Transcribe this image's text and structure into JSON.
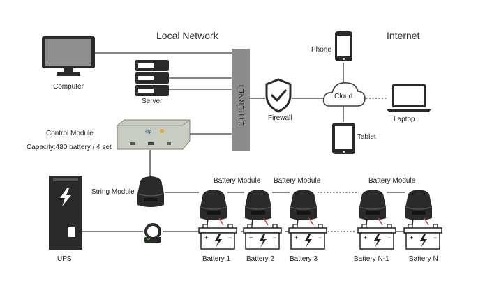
{
  "headers": {
    "local_network": "Local Network",
    "internet": "Internet"
  },
  "labels": {
    "computer": "Computer",
    "server": "Server",
    "ethernet": "ETHERNET",
    "firewall": "Firewall",
    "cloud": "Cloud",
    "phone": "Phone",
    "tablet": "Tablet",
    "laptop": "Laptop",
    "control_module": "Control Module",
    "capacity": "Capacity:480 battery / 4 set",
    "string_module": "String Module",
    "ups": "UPS",
    "device_brand": "elp"
  },
  "battery_modules": [
    "Battery Module",
    "Battery Module",
    "Battery Module"
  ],
  "batteries": [
    "Battery 1",
    "Battery 2",
    "Battery 3",
    "Battery N-1",
    "Battery N"
  ],
  "colors": {
    "line": "#3c3c3c",
    "ethernet_bar": "#8c8c8c",
    "module_body": "#2a2a2a",
    "battery_outline": "#222222",
    "terminal_red": "#d23c3c"
  }
}
